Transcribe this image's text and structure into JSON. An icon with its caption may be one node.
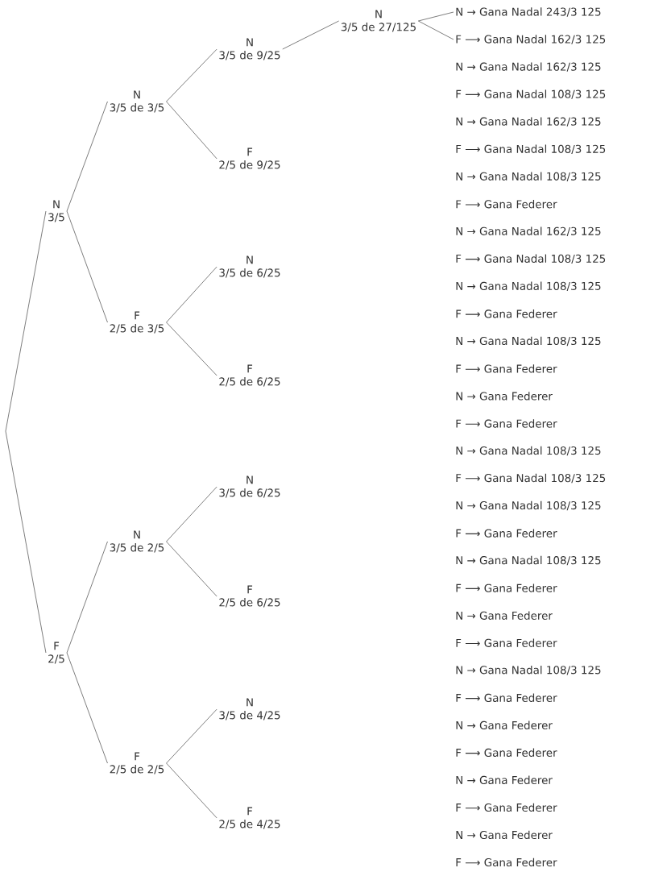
{
  "diagram": {
    "nodes": [
      {
        "text": [
          "N",
          "3/5"
        ]
      },
      {
        "text": [
          "N",
          "3/5 de 3/5"
        ]
      },
      {
        "text": [
          "N",
          "3/5 de 9/25"
        ]
      },
      {
        "text": [
          "N",
          "3/5 de 27/125"
        ]
      },
      {
        "text": [
          "N → Gana Nadal 243/3 125"
        ]
      },
      {
        "text": [
          "F ⟶ Gana Nadal 162/3 125"
        ]
      },
      {
        "text": [
          "F",
          "2/5 de 9/25"
        ]
      },
      {
        "text": [
          "F",
          "2/5 de 3/5"
        ]
      },
      {
        "text": [
          "N",
          "3/5 de 6/25"
        ]
      },
      {
        "text": [
          "F",
          "2/5 de 6/25"
        ]
      },
      {
        "text": [
          "F",
          "2/5"
        ]
      },
      {
        "text": [
          "N",
          "3/5 de 2/5"
        ]
      },
      {
        "text": [
          "N",
          "3/5 de 6/25"
        ]
      },
      {
        "text": [
          "F",
          "2/5 de 6/25"
        ]
      },
      {
        "text": [
          "F",
          "2/5 de 2/5"
        ]
      },
      {
        "text": [
          "N",
          "3/5 de 4/25"
        ]
      },
      {
        "text": [
          "F",
          "2/5 de 4/25"
        ]
      }
    ],
    "edges": [
      {
        "from": null,
        "to": 0,
        "arrow": "none"
      },
      {
        "from": null,
        "to": 10,
        "arrow": "none"
      },
      {
        "from": 0,
        "to": 1,
        "arrow": "none"
      },
      {
        "from": 0,
        "to": 7,
        "arrow": "none"
      },
      {
        "from": 1,
        "to": 2,
        "arrow": "none"
      },
      {
        "from": 1,
        "to": 6,
        "arrow": "none"
      },
      {
        "from": 2,
        "to": 3,
        "arrow": "none"
      },
      {
        "from": 3,
        "to": 4,
        "arrow": "none"
      },
      {
        "from": 3,
        "to": 5,
        "arrow": "none"
      },
      {
        "from": 7,
        "to": 8,
        "arrow": "none"
      },
      {
        "from": 7,
        "to": 9,
        "arrow": "none"
      },
      {
        "from": 10,
        "to": 11,
        "arrow": "none"
      },
      {
        "from": 10,
        "to": 14,
        "arrow": "none"
      },
      {
        "from": 11,
        "to": 12,
        "arrow": "none"
      },
      {
        "from": 11,
        "to": 13,
        "arrow": "none"
      },
      {
        "from": 14,
        "to": 15,
        "arrow": "none"
      },
      {
        "from": 14,
        "to": 16,
        "arrow": "none"
      }
    ],
    "labels": [
      "N → Gana Nadal 162/3 125",
      "F ⟶ Gana Nadal 108/3 125",
      "N → Gana Nadal 162/3 125",
      "F ⟶ Gana Nadal 108/3 125",
      "N → Gana Nadal 108/3 125",
      "F ⟶ Gana Federer",
      "N → Gana Nadal 162/3 125",
      "F ⟶ Gana Nadal 108/3 125",
      "N → Gana Nadal 108/3 125",
      "F ⟶ Gana Federer",
      "N → Gana Nadal 108/3 125",
      "F ⟶ Gana Federer",
      "N → Gana Federer",
      "F ⟶ Gana Federer",
      "N → Gana Nadal 108/3 125",
      "F ⟶ Gana Nadal 108/3 125",
      "N → Gana Nadal 108/3 125",
      "F ⟶ Gana Federer",
      "N → Gana Nadal 108/3 125",
      "F ⟶ Gana Federer",
      "N → Gana Federer",
      "F ⟶ Gana Federer",
      "N → Gana Nadal 108/3 125",
      "F ⟶ Gana Federer",
      "N → Gana Federer",
      "F ⟶ Gana Federer",
      "N → Gana Federer",
      "F ⟶ Gana Federer",
      "N → Gana Federer",
      "F ⟶ Gana Federer"
    ]
  }
}
